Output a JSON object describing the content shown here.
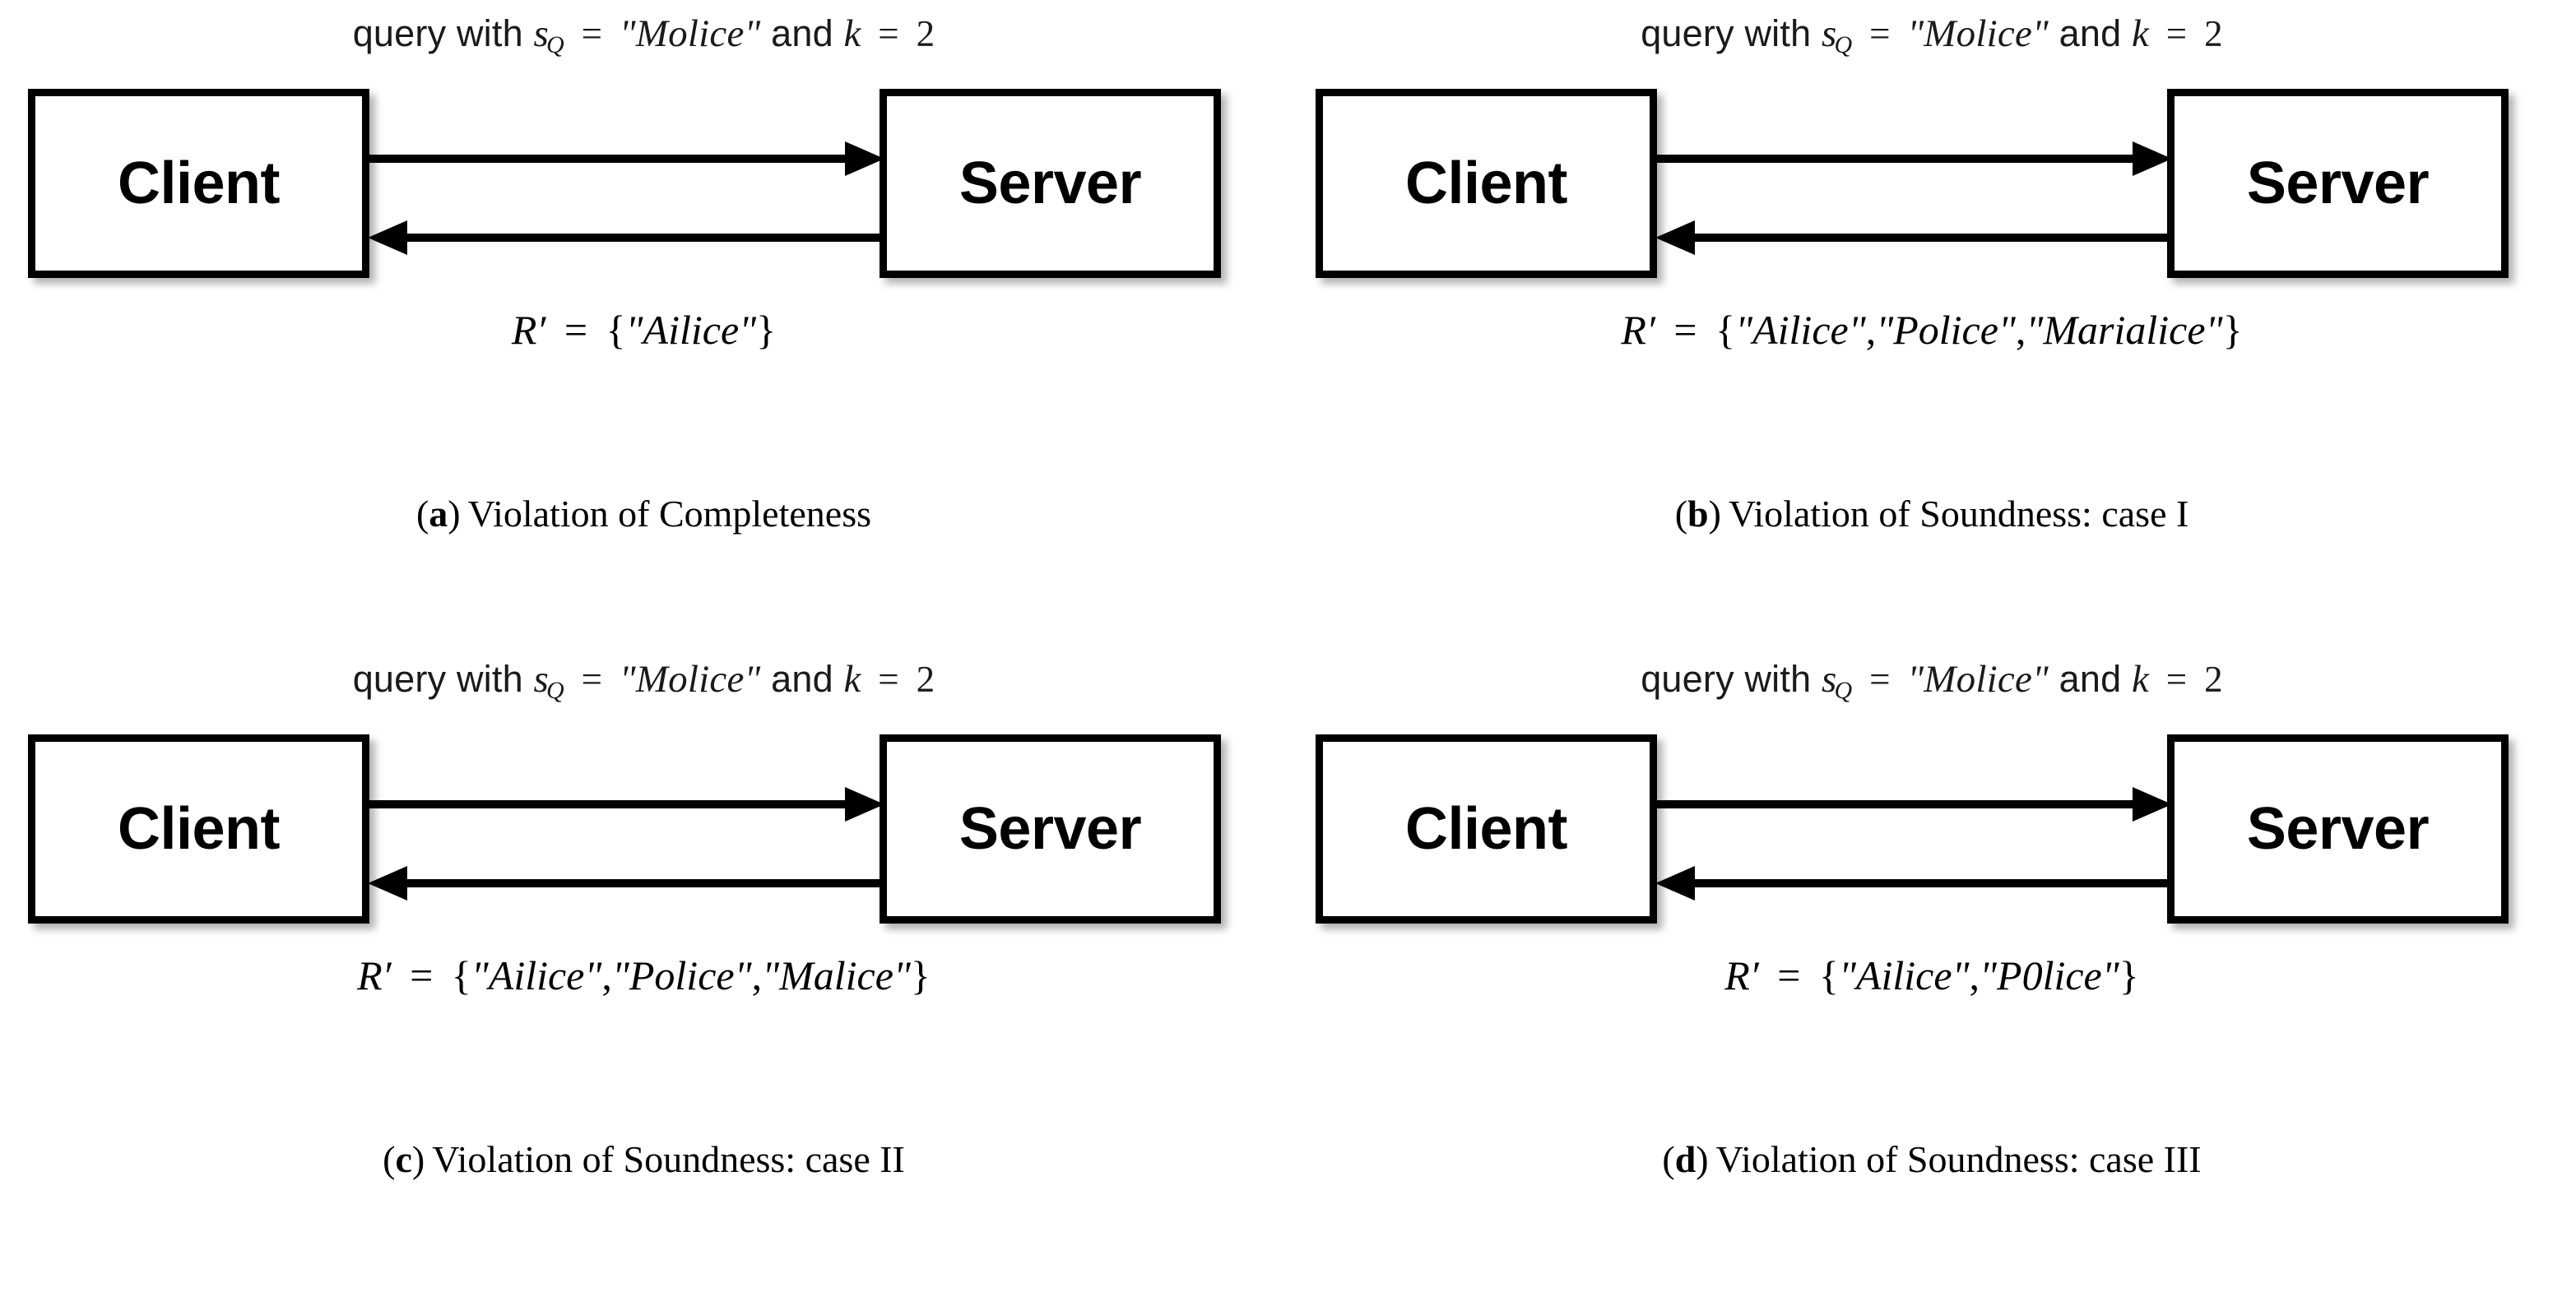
{
  "figure": {
    "background_color": "#ffffff",
    "box_border_color": "#000000",
    "text_color": "#000000"
  },
  "shared": {
    "query": {
      "prefix": "query with",
      "var_s": "s",
      "var_s_sub": "Q",
      "equals": "=",
      "query_string": "\"Molice\"",
      "conjunction": "and",
      "var_k": "k",
      "equals2": "=",
      "k_value": "2",
      "full_text": "query with s_Q = \"Molice\" and k = 2"
    },
    "client_label": "Client",
    "server_label": "Server",
    "result_symbol": "R",
    "result_prime": "′",
    "result_equals": "=",
    "open_brace": "{",
    "close_brace": "}",
    "separator": ",",
    "arrow_request_name": "request-arrow-right",
    "arrow_response_name": "response-arrow-left"
  },
  "panels": [
    {
      "id": "a",
      "tag_open": "(",
      "tag_letter": "a",
      "tag_close": ")",
      "caption": "Violation of Completeness",
      "result_items": [
        "\"Ailice\""
      ]
    },
    {
      "id": "b",
      "tag_open": "(",
      "tag_letter": "b",
      "tag_close": ")",
      "caption": "Violation of Soundness: case I",
      "result_items": [
        "\"Ailice\"",
        "\"Police\"",
        "\"Marialice\""
      ]
    },
    {
      "id": "c",
      "tag_open": "(",
      "tag_letter": "c",
      "tag_close": ")",
      "caption": "Violation of Soundness: case II",
      "result_items": [
        "\"Ailice\"",
        "\"Police\"",
        "\"Malice\""
      ]
    },
    {
      "id": "d",
      "tag_open": "(",
      "tag_letter": "d",
      "tag_close": ")",
      "caption": "Violation of Soundness: case III",
      "result_items": [
        "\"Ailice\"",
        "\"P0lice\""
      ]
    }
  ]
}
